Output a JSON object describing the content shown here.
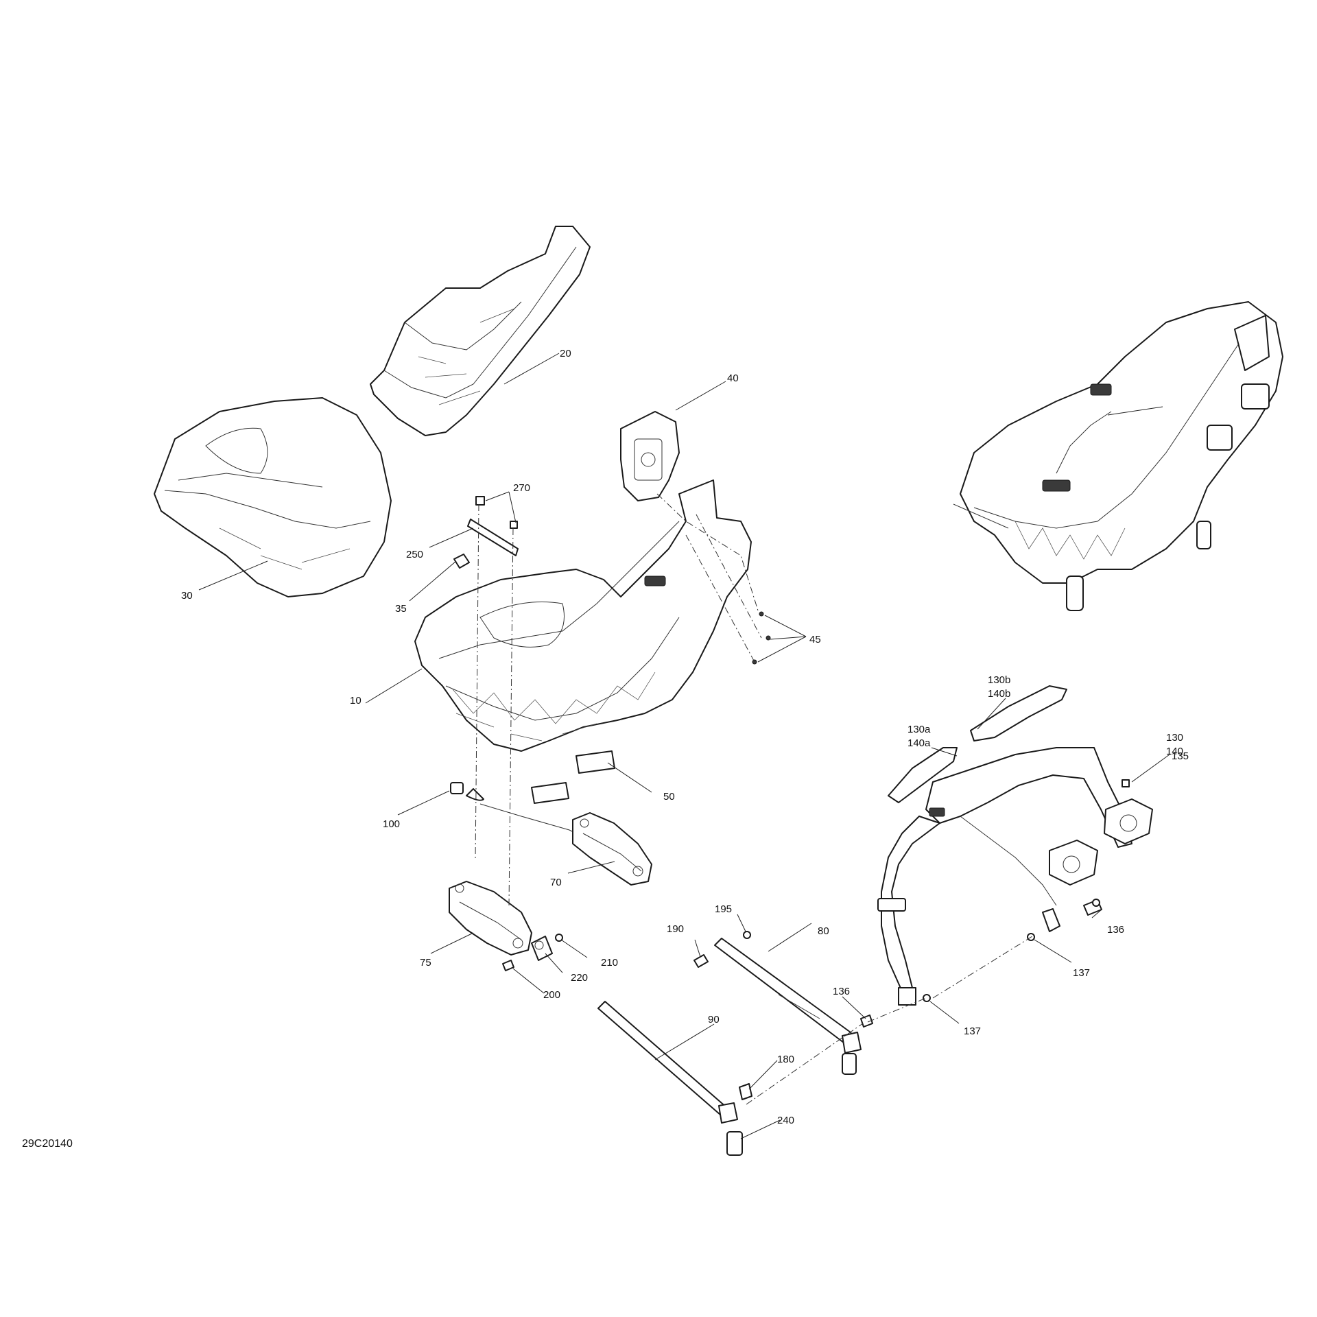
{
  "diagram_code": "29C20140",
  "callouts": [
    {
      "id": "c20",
      "text": "20"
    },
    {
      "id": "c40",
      "text": "40"
    },
    {
      "id": "c270",
      "text": "270"
    },
    {
      "id": "c250",
      "text": "250"
    },
    {
      "id": "c30",
      "text": "30"
    },
    {
      "id": "c35",
      "text": "35"
    },
    {
      "id": "c45",
      "text": "45"
    },
    {
      "id": "c10",
      "text": "10"
    },
    {
      "id": "c130b",
      "text": "130b"
    },
    {
      "id": "c140b",
      "text": "140b"
    },
    {
      "id": "c130",
      "text": "130"
    },
    {
      "id": "c140",
      "text": "140"
    },
    {
      "id": "c130a",
      "text": "130a"
    },
    {
      "id": "c140a",
      "text": "140a"
    },
    {
      "id": "c135",
      "text": "135"
    },
    {
      "id": "c50",
      "text": "50"
    },
    {
      "id": "c100",
      "text": "100"
    },
    {
      "id": "c70",
      "text": "70"
    },
    {
      "id": "c136a",
      "text": "136"
    },
    {
      "id": "c195",
      "text": "195"
    },
    {
      "id": "c190",
      "text": "190"
    },
    {
      "id": "c80",
      "text": "80"
    },
    {
      "id": "c75",
      "text": "75"
    },
    {
      "id": "c210",
      "text": "210"
    },
    {
      "id": "c220",
      "text": "220"
    },
    {
      "id": "c137a",
      "text": "137"
    },
    {
      "id": "c136b",
      "text": "136"
    },
    {
      "id": "c200",
      "text": "200"
    },
    {
      "id": "c137b",
      "text": "137"
    },
    {
      "id": "c90",
      "text": "90"
    },
    {
      "id": "c180",
      "text": "180"
    },
    {
      "id": "c240",
      "text": "240"
    }
  ]
}
